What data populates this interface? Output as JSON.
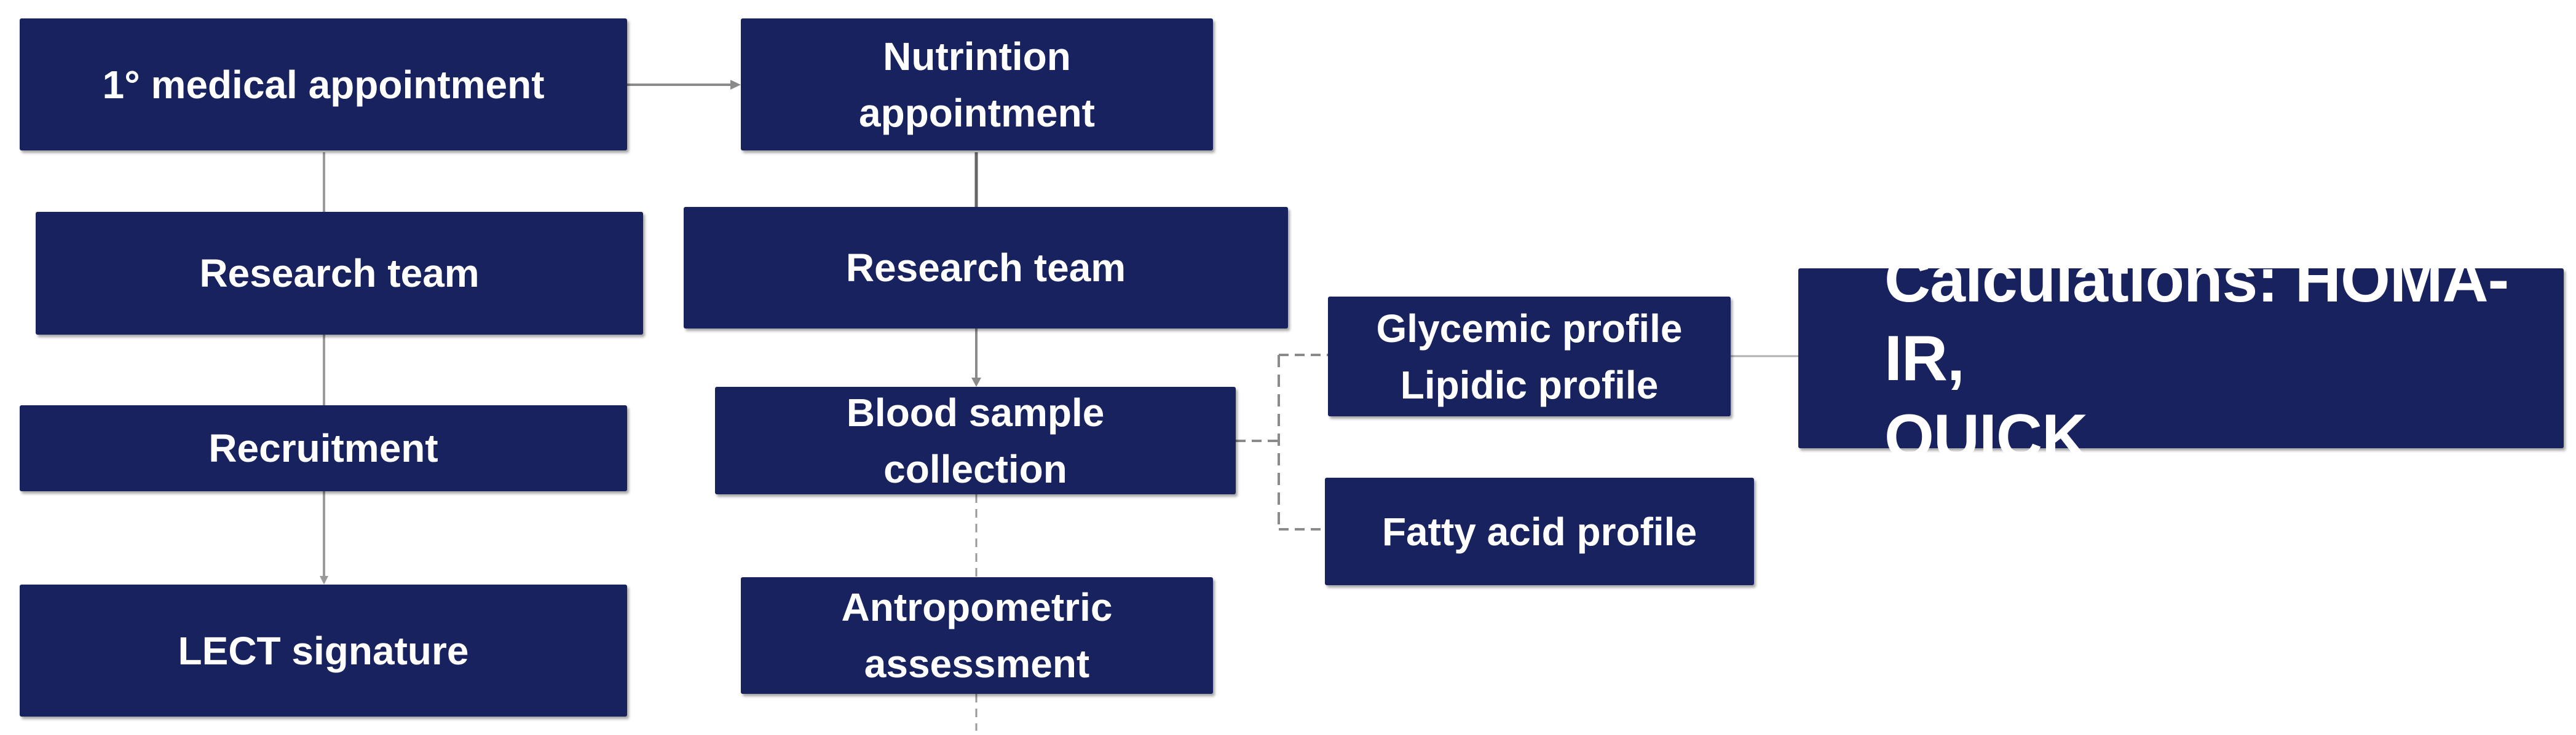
{
  "colors": {
    "box_fill": "#18225f",
    "box_text": "#ffffff",
    "connector": "#8a8a8a"
  },
  "boxes": {
    "medical_appointment": "1° medical appointment",
    "nutrition_appointment": "Nutrintion\nappointment",
    "research_team_left": "Research team",
    "research_team_right": "Research team",
    "recruitment": "Recruitment",
    "lect_signature": "LECT signature",
    "blood_sample_collection": "Blood sample\ncollection",
    "antropometric_assessment": "Antropometric\nassessment",
    "glycemic_lipidic_profile": "Glycemic profile\nLipidic profile",
    "fatty_acid_profile": "Fatty acid profile",
    "calculations": "Calculations: HOMA-IR,\nQUICK"
  }
}
